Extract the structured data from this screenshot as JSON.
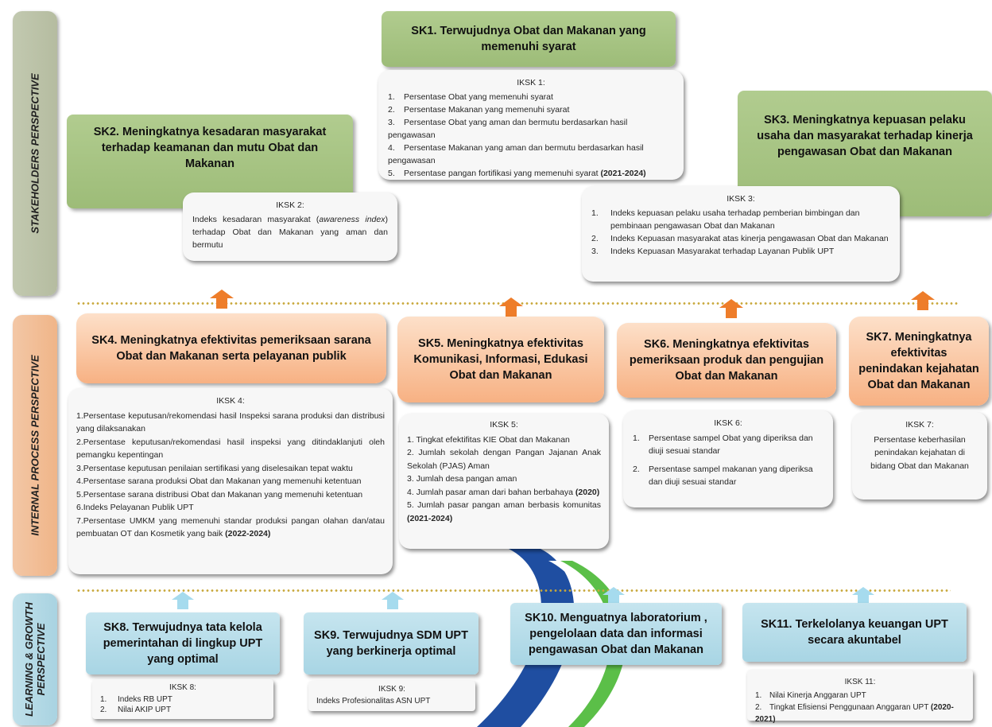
{
  "perspectives": {
    "stakeholders": "STAKEHOLDERS PERSPECTIVE",
    "internal": "INTERNAL PROCESS PERSPECTIVE",
    "learning_line1": "LEARNING & GROWTH",
    "learning_line2": "PERSPECTIVE"
  },
  "sk1": {
    "title": "SK1. Terwujudnya Obat dan Makanan yang memenuhi syarat",
    "iksk_title": "IKSK 1:",
    "items": [
      {
        "n": "1.",
        "t": "Persentase Obat yang memenuhi syarat"
      },
      {
        "n": "2.",
        "t": "Persentase Makanan yang memenuhi syarat"
      },
      {
        "n": "3.",
        "t": "Persentase Obat yang aman dan bermutu berdasarkan hasil pengawasan"
      },
      {
        "n": "4.",
        "t": "Persentase Makanan yang aman dan bermutu berdasarkan hasil pengawasan"
      },
      {
        "n": "5.",
        "t": "Persentase pangan fortifikasi yang memenuhi syarat ",
        "b": "(2021-2024)"
      }
    ]
  },
  "sk2": {
    "title": "SK2. Meningkatnya kesadaran masyarakat terhadap keamanan dan mutu Obat dan Makanan",
    "iksk_title": "IKSK 2:",
    "text_a": "Indeks kesadaran masyarakat (",
    "text_italic": "awareness index",
    "text_b": ") terhadap Obat dan Makanan yang aman dan bermutu"
  },
  "sk3": {
    "title": "SK3. Meningkatnya kepuasan pelaku usaha dan masyarakat terhadap kinerja pengawasan Obat dan Makanan",
    "iksk_title": "IKSK 3:",
    "items": [
      {
        "n": "1.",
        "t": "Indeks kepuasan pelaku usaha terhadap pemberian bimbingan dan pembinaan pengawasan Obat dan Makanan"
      },
      {
        "n": "2.",
        "t": "Indeks Kepuasan masyarakat atas kinerja pengawasan Obat dan Makanan"
      },
      {
        "n": "3.",
        "t": "Indeks Kepuasan Masyarakat terhadap Layanan Publik UPT"
      }
    ]
  },
  "sk4": {
    "title": "SK4. Meningkatnya efektivitas pemeriksaan sarana Obat dan Makanan serta pelayanan publik",
    "iksk_title": "IKSK 4:",
    "items": [
      {
        "n": "1.",
        "t": "Persentase keputusan/rekomendasi hasil Inspeksi sarana produksi dan distribusi yang dilaksanakan"
      },
      {
        "n": "2.",
        "t": "Persentase keputusan/rekomendasi hasil inspeksi yang ditindaklanjuti oleh pemangku kepentingan"
      },
      {
        "n": "3.",
        "t": "Persentase keputusan penilaian sertifikasi yang diselesaikan tepat waktu"
      },
      {
        "n": "4.",
        "t": "Persentase sarana produksi Obat dan Makanan yang memenuhi ketentuan"
      },
      {
        "n": "5.",
        "t": "Persentase sarana distribusi Obat dan Makanan yang memenuhi ketentuan"
      },
      {
        "n": "6.",
        "t": "Indeks Pelayanan Publik UPT"
      },
      {
        "n": "7.",
        "t": "Persentase UMKM yang memenuhi standar produksi pangan olahan dan/atau pembuatan OT dan Kosmetik yang baik ",
        "b": "(2022-2024)"
      }
    ]
  },
  "sk5": {
    "title": "SK5. Meningkatnya efektivitas Komunikasi, Informasi, Edukasi Obat dan Makanan",
    "iksk_title": "IKSK 5:",
    "items": [
      {
        "n": "1.",
        "t": "Tingkat efektifitas KIE Obat dan Makanan"
      },
      {
        "n": "2.",
        "t": "Jumlah sekolah dengan Pangan Jajanan Anak Sekolah (PJAS) Aman"
      },
      {
        "n": "3.",
        "t": "Jumlah desa pangan aman"
      },
      {
        "n": "4.",
        "t": "Jumlah pasar aman dari bahan berbahaya ",
        "b": "(2020)"
      },
      {
        "n": "5.",
        "t": "Jumlah pasar pangan aman berbasis komunitas ",
        "b": "(2021-2024)"
      }
    ]
  },
  "sk6": {
    "title": "SK6. Meningkatnya efektivitas pemeriksaan produk dan pengujian Obat dan Makanan",
    "iksk_title": "IKSK 6:",
    "items": [
      {
        "n": "1.",
        "t": "Persentase sampel Obat yang diperiksa dan diuji sesuai standar"
      },
      {
        "n": "2.",
        "t": "Persentase sampel makanan yang diperiksa dan diuji sesuai standar"
      }
    ]
  },
  "sk7": {
    "title": "SK7. Meningkatnya efektivitas penindakan kejahatan Obat dan Makanan",
    "iksk_title": "IKSK 7:",
    "text": "Persentase keberhasilan penindakan kejahatan di bidang Obat dan Makanan"
  },
  "sk8": {
    "title": "SK8. Terwujudnya tata kelola pemerintahan di lingkup UPT yang optimal",
    "iksk_title": "IKSK 8:",
    "items": [
      {
        "n": "1.",
        "t": "Indeks RB UPT"
      },
      {
        "n": "2.",
        "t": "Nilai AKIP UPT"
      }
    ]
  },
  "sk9": {
    "title": "SK9. Terwujudnya SDM UPT yang berkinerja optimal",
    "iksk_title": "IKSK 9:",
    "text": "Indeks Profesionalitas ASN UPT"
  },
  "sk10": {
    "title": "SK10. Menguatnya laboratorium , pengelolaan data dan informasi pengawasan Obat dan Makanan"
  },
  "sk11": {
    "title": "SK11. Terkelolanya keuangan UPT secara akuntabel",
    "iksk_title": "IKSK 11:",
    "items": [
      {
        "n": "1.",
        "t": "Nilai Kinerja Anggaran UPT"
      },
      {
        "n": "2.",
        "t": "Tingkat Efisiensi Penggunaan Anggaran UPT ",
        "b": "(2020-2021)"
      }
    ]
  },
  "colors": {
    "green": "#a6c282",
    "orange": "#f7b183",
    "blue": "#a8d5e4",
    "arrow_orange": "#ee7d2a",
    "arrow_blue": "#a6dbee",
    "dots": "#c8a83a",
    "swoosh_blue": "#1f4ea1",
    "swoosh_green": "#5bbf48"
  }
}
